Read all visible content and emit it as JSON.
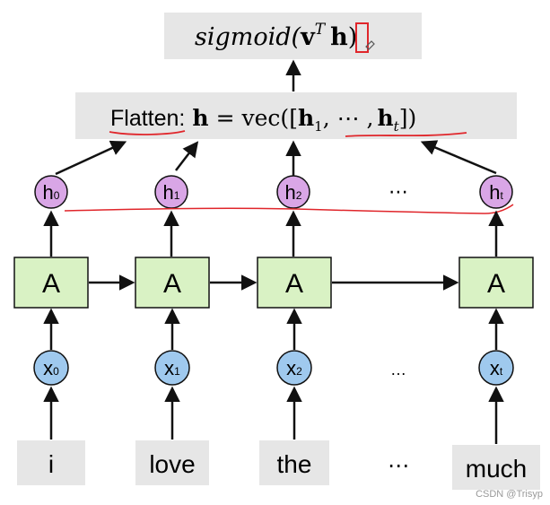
{
  "top_box": {
    "func": "sigmoid(",
    "v": "v",
    "sup": "T",
    "h": "h",
    "close": ")"
  },
  "flatten_box": {
    "prefix": "Flatten:",
    "h": "h",
    "eq": "=",
    "vec": "vec([",
    "h1": "h",
    "sub1": "1",
    "sep": ", ⋯ ,",
    "ht": "h",
    "subt": "t",
    "close": "])"
  },
  "hidden_states": [
    {
      "base": "h",
      "sub": "0"
    },
    {
      "base": "h",
      "sub": "1"
    },
    {
      "base": "h",
      "sub": "2"
    },
    {
      "base": "h",
      "sub": "t"
    }
  ],
  "cell_label": "A",
  "inputs": [
    {
      "base": "x",
      "sub": "0"
    },
    {
      "base": "x",
      "sub": "1"
    },
    {
      "base": "x",
      "sub": "2"
    },
    {
      "base": "x",
      "sub": "t"
    }
  ],
  "words": [
    "i",
    "love",
    "the",
    "much"
  ],
  "ellipsis": "⋯",
  "ellipsis_small": "…",
  "watermark": "CSDN @Trisyp",
  "colors": {
    "box_gray": "#e6e6e6",
    "hidden_fill": "#d9a6e6",
    "cell_fill": "#d9f2c4",
    "input_fill": "#9fc9ee",
    "annotation_red": "#e0262b"
  }
}
